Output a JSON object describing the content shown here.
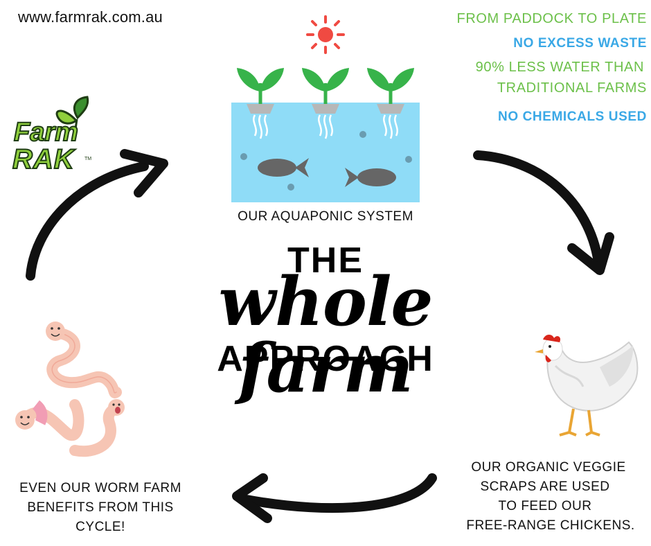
{
  "site_url": "www.farmrak.com.au",
  "logo": {
    "line1": "Farm",
    "line2": "RAK",
    "tm": "TM"
  },
  "benefits": {
    "paddock": "FROM PADDOCK TO PLATE",
    "waste": "NO EXCESS  WASTE",
    "water_line1": "90% LESS WATER THAN",
    "water_line2": "TRADITIONAL FARMS",
    "chemicals": "NO CHEMICALS USED"
  },
  "aquaponic_caption": "OUR AQUAPONIC SYSTEM",
  "title": {
    "the": "THE",
    "script": "whole  farm",
    "approach": "APPROACH"
  },
  "chicken_caption": {
    "line1": "OUR ORGANIC VEGGIE",
    "line2": "SCRAPS ARE USED",
    "line3": "TO FEED OUR",
    "line4": "FREE-RANGE CHICKENS."
  },
  "worm_caption": {
    "line1": "EVEN OUR WORM FARM",
    "line2": "BENEFITS FROM THIS",
    "line3": "CYCLE!"
  },
  "colors": {
    "green": "#6cc04a",
    "blue": "#3aa8e6",
    "water": "#8fdcf7",
    "sun": "#f04a42",
    "leaf": "#37b34a"
  },
  "icons": [
    "sun-icon",
    "plant-icon",
    "fish-icon",
    "arrow-icon",
    "chicken-icon",
    "worm-icon",
    "leaf-icon"
  ]
}
